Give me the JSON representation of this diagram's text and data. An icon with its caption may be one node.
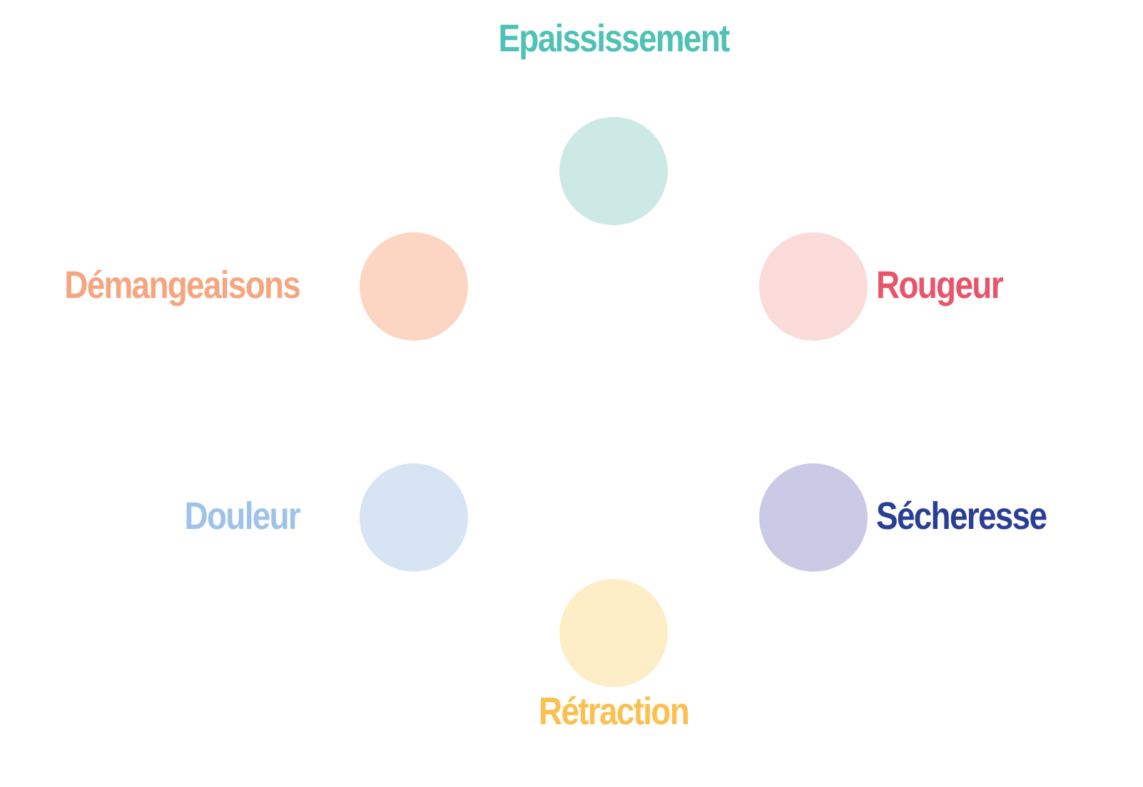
{
  "diagram": {
    "nodes": [
      {
        "text": [
          "Epaississement"
        ]
      },
      {
        "text": [
          "Démangeaisons"
        ]
      },
      {
        "text": [
          "Rougeur"
        ]
      },
      {
        "text": [
          "Douleur"
        ]
      },
      {
        "text": [
          "Sécheresse"
        ]
      },
      {
        "text": [
          "Rétraction"
        ]
      }
    ]
  }
}
